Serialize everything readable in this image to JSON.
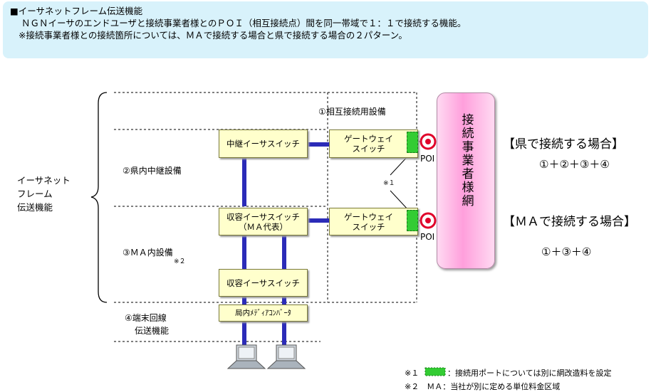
{
  "header": {
    "title": "■イーサネットフレーム伝送機能",
    "line1": "ＮＧＮイーサのエンドユーザと接続事業者様とのＰＯＩ（相互接続点）間を同一帯域で１：１で接続する機能。",
    "line2": "※接続事業者様との接続箇所については、ＭＡで接続する場合と県で接続する場合の２パターン。"
  },
  "left_label": [
    "イーサネット",
    "フレーム",
    "伝送機能"
  ],
  "sections": {
    "s1": "①相互接続用設備",
    "s2": "②県内中継設備",
    "s3": "③ＭＡ内設備",
    "s3_note": "※２",
    "s4_line1": "④端末回線",
    "s4_line2": "伝送機能"
  },
  "boxes": {
    "relay_switch": "中継イーサスイッチ",
    "aggregation_ma_line1": "収容イーサスイッチ",
    "aggregation_ma_line2": "（ＭＡ代表）",
    "aggregation": "収容イーサスイッチ",
    "media_converter": "局内ﾒﾃﾞｨｱｺﾝﾊﾞｰﾀ",
    "gateway_top_line1": "ゲートウェイ",
    "gateway_top_line2": "スイッチ",
    "gateway_bottom_line1": "ゲートウェイ",
    "gateway_bottom_line2": "スイッチ"
  },
  "poi_label": "POI",
  "note_marker": "※１",
  "network_label": "接続事業者様網",
  "cases": {
    "prefecture_title": "【県で接続する場合】",
    "prefecture_formula": "①＋②＋③＋④",
    "ma_title": "【ＭＡで接続する場合】",
    "ma_formula": "①＋③＋④"
  },
  "footnotes": {
    "n1_mark": "※１",
    "n1_text": "：接続用ポートについては別に網改造料を設定",
    "n2_text": "※２　ＭＡ：当社が別に定める単位料金区域"
  },
  "colors": {
    "link": "#2b2bb8",
    "box": "#ffffcc",
    "port": "#33cc33",
    "poi": "#e0002a"
  }
}
